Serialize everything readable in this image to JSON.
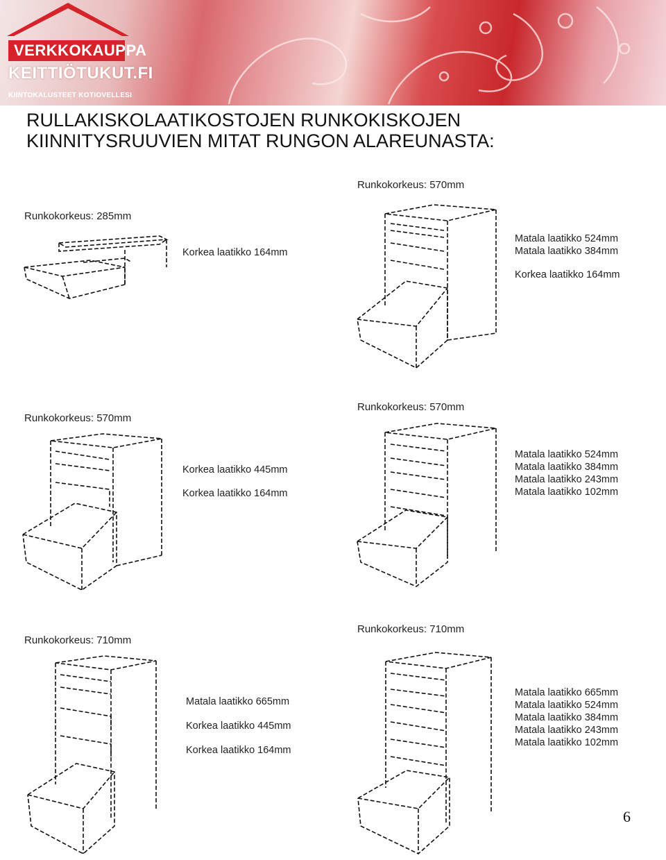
{
  "header": {
    "logo_line1": "VERKKOKAUPPA",
    "logo_line2": "KEITTIÖTUKUT.FI",
    "logo_line3": "KIINTOKALUSTEET KOTIOVELLESI"
  },
  "title": {
    "line1": "RULLAKISKOLAATIKOSTOJEN RUNKOKISKOJEN",
    "line2": "KIINNITYSRUUVIEN MITAT RUNGON ALAREUNASTA:"
  },
  "cabinets": [
    {
      "height_label": "Runkokorkeus: 285mm",
      "drawers": [
        "Korkea laatikko 164mm"
      ]
    },
    {
      "height_label": "Runkokorkeus: 570mm",
      "drawers": [
        "Matala laatikko 524mm",
        "Matala laatikko 384mm",
        "Korkea laatikko 164mm"
      ]
    },
    {
      "height_label": "Runkokorkeus: 570mm",
      "drawers": [
        "Korkea laatikko 445mm",
        "Korkea laatikko 164mm"
      ]
    },
    {
      "height_label": "Runkokorkeus: 570mm",
      "drawers": [
        "Matala laatikko 524mm",
        "Matala laatikko 384mm",
        "Matala laatikko 243mm",
        "Matala laatikko 102mm"
      ]
    },
    {
      "height_label": "Runkokorkeus: 710mm",
      "drawers": [
        "Matala laatikko 665mm",
        "Korkea laatikko 445mm",
        "Korkea laatikko 164mm"
      ]
    },
    {
      "height_label": "Runkokorkeus: 710mm",
      "drawers": [
        "Matala laatikko 665mm",
        "Matala laatikko 524mm",
        "Matala laatikko 384mm",
        "Matala laatikko 243mm",
        "Matala laatikko 102mm"
      ]
    }
  ],
  "page_number": "6",
  "colors": {
    "brand_red": "#d4232a"
  }
}
